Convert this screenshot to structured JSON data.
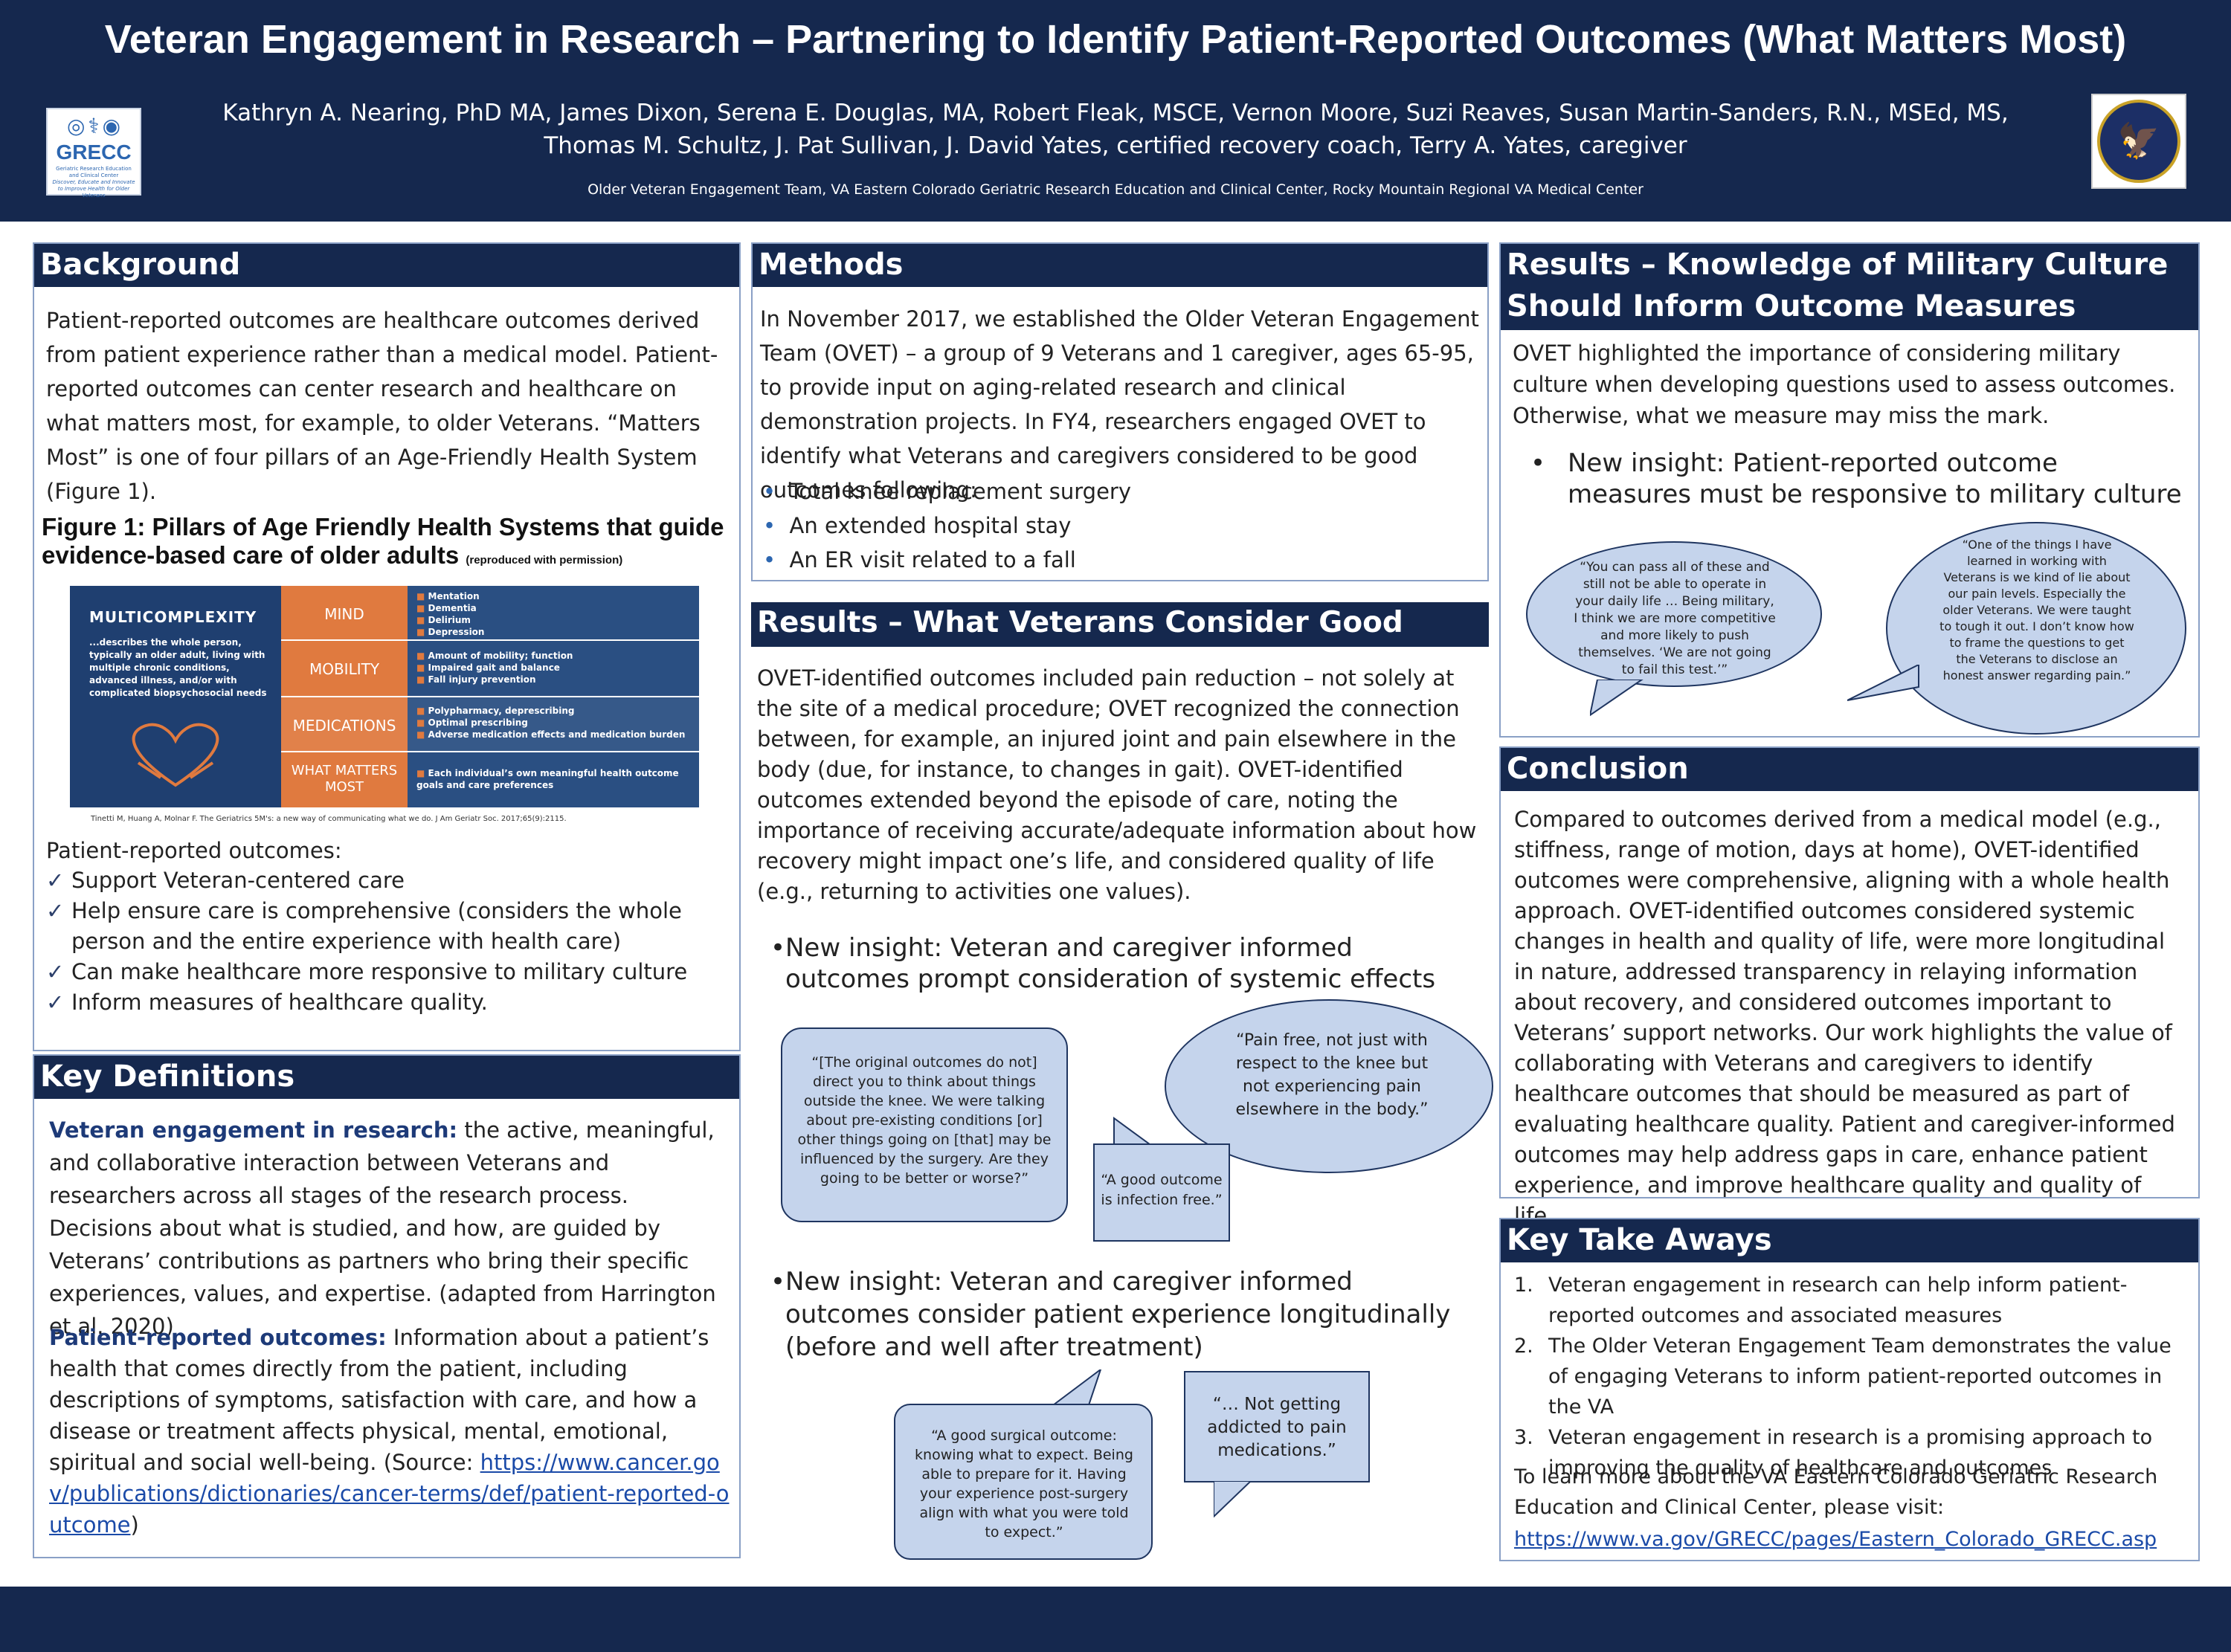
{
  "header": {
    "title": "Veteran Engagement in Research – Partnering to Identify Patient-Reported Outcomes (What Matters Most)",
    "authors": "Kathryn A. Nearing, PhD MA, James Dixon, Serena E. Douglas, MA, Robert Fleak, MSCE, Vernon Moore, Suzi Reaves, Susan Martin-Sanders, R.N., MSEd, MS, Thomas M. Schultz, J. Pat Sullivan, J. David Yates, certified recovery coach, Terry A. Yates, caregiver",
    "affiliation": "Older Veteran Engagement Team, VA Eastern Colorado Geriatric Research Education and Clinical Center, Rocky Mountain Regional VA Medical Center",
    "grecc_logo": {
      "name": "GRECC",
      "sub": "Geriatric Research Education and Clinical Center",
      "tagline": "Discover, Educate and Innovate to Improve Health for Older Veterans"
    }
  },
  "background": {
    "heading": "Background",
    "para": "Patient-reported outcomes are healthcare outcomes derived from patient experience rather than a medical model. Patient-reported outcomes can center research and healthcare on what matters most, for example, to older Veterans. “Matters Most” is one of four pillars of an Age-Friendly Health System (Figure 1).",
    "figure_title": "Figure 1: Pillars of Age Friendly Health Systems that guide evidence-based care of older adults",
    "figure_note": "(reproduced with permission)",
    "figure": {
      "left_title": "MULTICOMPLEXITY",
      "left_text": "...describes the whole person, typically an older adult, living with multiple chronic conditions, advanced illness, and/or with complicated biopsychosocial needs",
      "rows": [
        {
          "label": "MIND",
          "items": [
            "Mentation",
            "Dementia",
            "Delirium",
            "Depression"
          ]
        },
        {
          "label": "MOBILITY",
          "items": [
            "Amount of mobility; function",
            "Impaired gait and balance",
            "Fall injury prevention"
          ]
        },
        {
          "label": "MEDICATIONS",
          "items": [
            "Polypharmacy, deprescribing",
            "Optimal prescribing",
            "Adverse medication effects and medication burden"
          ]
        },
        {
          "label": "WHAT MATTERS MOST",
          "items": [
            "Each individual’s own meaningful health outcome goals and care preferences"
          ]
        }
      ],
      "citation": "Tinetti M, Huang A, Molnar F. The Geriatrics 5M's: a new way of communicating what we do. J Am Geriatr Soc. 2017;65(9):2115."
    },
    "pro_label": "Patient-reported outcomes:",
    "checks": [
      "Support Veteran-centered care",
      "Help ensure care is comprehensive (considers the whole person and the entire experience with health care)",
      "Can make healthcare more responsive to military culture",
      "Inform measures of healthcare quality."
    ]
  },
  "definitions": {
    "heading": "Key Definitions",
    "term1": "Veteran engagement in research:",
    "def1": "the active, meaningful, and collaborative interaction between Veterans and researchers across all stages of the research process. Decisions about what is studied, and how, are guided by Veterans’ contributions as partners who bring their specific experiences, values, and expertise. (adapted from Harrington et al. 2020)",
    "term2": "Patient-reported outcomes:",
    "def2": "Information about a patient’s health that comes directly from the patient, including descriptions of symptoms, satisfaction with care, and how a disease or treatment affects physical, mental, emotional, spiritual and social well-being. (Source:",
    "link": "https://www.cancer.gov/publications/dictionaries/cancer-terms/def/patient-reported-outcome",
    "link_close": ")"
  },
  "methods": {
    "heading": "Methods",
    "para": "In November 2017, we established the Older Veteran Engagement Team (OVET)  – a group of 9 Veterans and 1 caregiver, ages 65-95, to provide input on aging-related research and clinical demonstration projects. In FY4, researchers engaged OVET to identify what Veterans and caregivers considered to be good outcomes following:",
    "bullets": [
      "Total knee replacement surgery",
      "An extended hospital stay",
      "An ER visit related to a fall"
    ]
  },
  "results1": {
    "heading": "Results – What Veterans Consider Good Outcomes",
    "para": "OVET-identified outcomes included pain reduction – not solely at the site of a medical procedure; OVET recognized the connection between, for example, an injured joint and pain elsewhere in the body (due, for instance, to changes in gait). OVET-identified outcomes extended beyond the episode of care, noting the importance of receiving accurate/adequate information about how recovery might impact one’s life, and considered quality of life (e.g., returning to activities one values).",
    "insight1": "New insight: Veteran and caregiver informed outcomes prompt consideration of systemic effects",
    "quotes1": [
      "“[The original outcomes do not] direct you to think about things outside the knee. We were talking about pre-existing conditions [or] other things going on [that] may be influenced by the surgery. Are they going to be better or worse?”",
      "“Pain free, not just with respect to the knee but not experiencing pain elsewhere in the body.”",
      "“A good outcome is infection free.”"
    ],
    "insight2": "New insight: Veteran and caregiver informed outcomes consider patient experience longitudinally (before and well after treatment)",
    "quotes2": [
      "“A good surgical outcome: knowing what to expect. Being able to prepare for it. Having your experience post-surgery align with what you were told to expect.”",
      "“… Not getting addicted to pain medications.”"
    ]
  },
  "results2": {
    "heading": "Results – Knowledge of Military Culture Should Inform Outcome Measures",
    "para": "OVET highlighted the importance of considering military culture when developing questions used to assess outcomes. Otherwise, what we measure may miss the mark.",
    "insight": "New insight: Patient-reported outcome measures must be responsive to military culture",
    "quotes": [
      "“You can pass all of these and still not be able to operate in your daily life … Being military, I think we are more competitive and more likely to push themselves. ‘We are not going to fail this test.’”",
      "“One of the things I have learned in working with Veterans is we kind of lie about our pain levels. Especially the older Veterans. We were taught to tough it out. I don’t know how to frame the questions to get the Veterans to disclose an honest answer regarding pain.”"
    ]
  },
  "conclusion": {
    "heading": "Conclusion",
    "para": "Compared to outcomes derived from a medical model (e.g., stiffness, range of motion, days at home), OVET-identified outcomes were comprehensive, aligning with a whole health approach. OVET-identified outcomes considered systemic changes in health and quality of life, were more longitudinal in nature, addressed transparency in relaying information about recovery, and considered outcomes important to Veterans’ support networks. Our work highlights the value of collaborating with Veterans and caregivers to identify healthcare outcomes that should be measured as part of evaluating healthcare quality. Patient and caregiver-informed outcomes may help address gaps in care, enhance patient experience, and improve healthcare quality and quality of life."
  },
  "takeaways": {
    "heading": "Key Take Aways",
    "items": [
      "Veteran engagement in research can help inform patient-reported outcomes and associated measures",
      "The Older Veteran Engagement Team demonstrates the value of engaging Veterans to inform patient-reported outcomes in the VA",
      "Veteran engagement in research is a promising approach to improving the quality of healthcare and outcomes"
    ],
    "learn_more": "To learn more about the VA Eastern Colorado Geriatric Research Education and Clinical Center, please visit:",
    "url": "https://www.va.gov/GRECC/pages/Eastern_Colorado_GRECC.asp"
  },
  "colors": {
    "navy": "#15284e",
    "bubble": "#c5d4ec",
    "figure_orange": "#e07a3f",
    "figure_blue": "#2a4f82"
  }
}
